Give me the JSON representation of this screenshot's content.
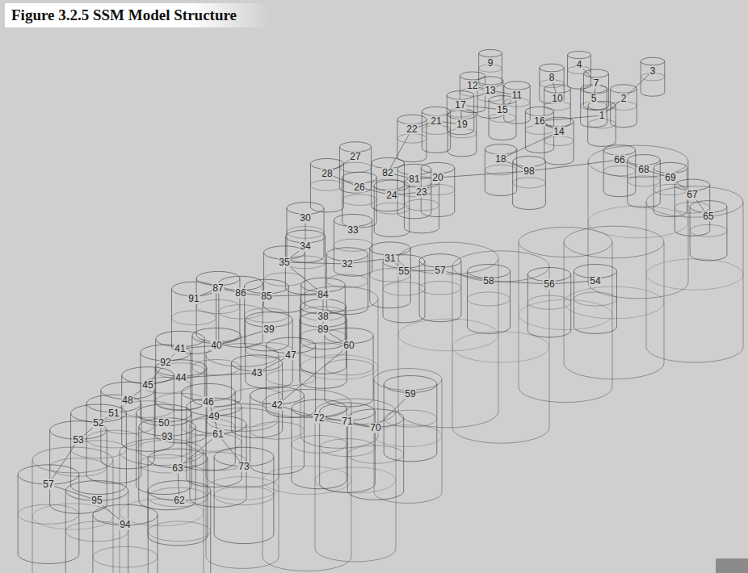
{
  "diagram": {
    "title": "Figure 3.2.5 SSM Model Structure",
    "labels": [
      "4",
      "3",
      "8",
      "9",
      "7",
      "12",
      "13",
      "11",
      "17",
      "15",
      "10",
      "5",
      "2",
      "1",
      "16",
      "14",
      "19",
      "21",
      "22",
      "18",
      "98",
      "66",
      "68",
      "69",
      "67",
      "65",
      "82",
      "81",
      "20",
      "28",
      "26",
      "24",
      "23",
      "27",
      "30",
      "33",
      "34",
      "35",
      "32",
      "31",
      "55",
      "57",
      "58",
      "56",
      "54",
      "84",
      "85",
      "86",
      "87",
      "91",
      "38",
      "89",
      "39",
      "60",
      "40",
      "41",
      "92",
      "47",
      "43",
      "44",
      "45",
      "46",
      "48",
      "49",
      "51",
      "59",
      "42",
      "72",
      "71",
      "70",
      "52",
      "50",
      "93",
      "61",
      "53",
      "63",
      "73",
      "57",
      "62",
      "95",
      "94"
    ]
  }
}
